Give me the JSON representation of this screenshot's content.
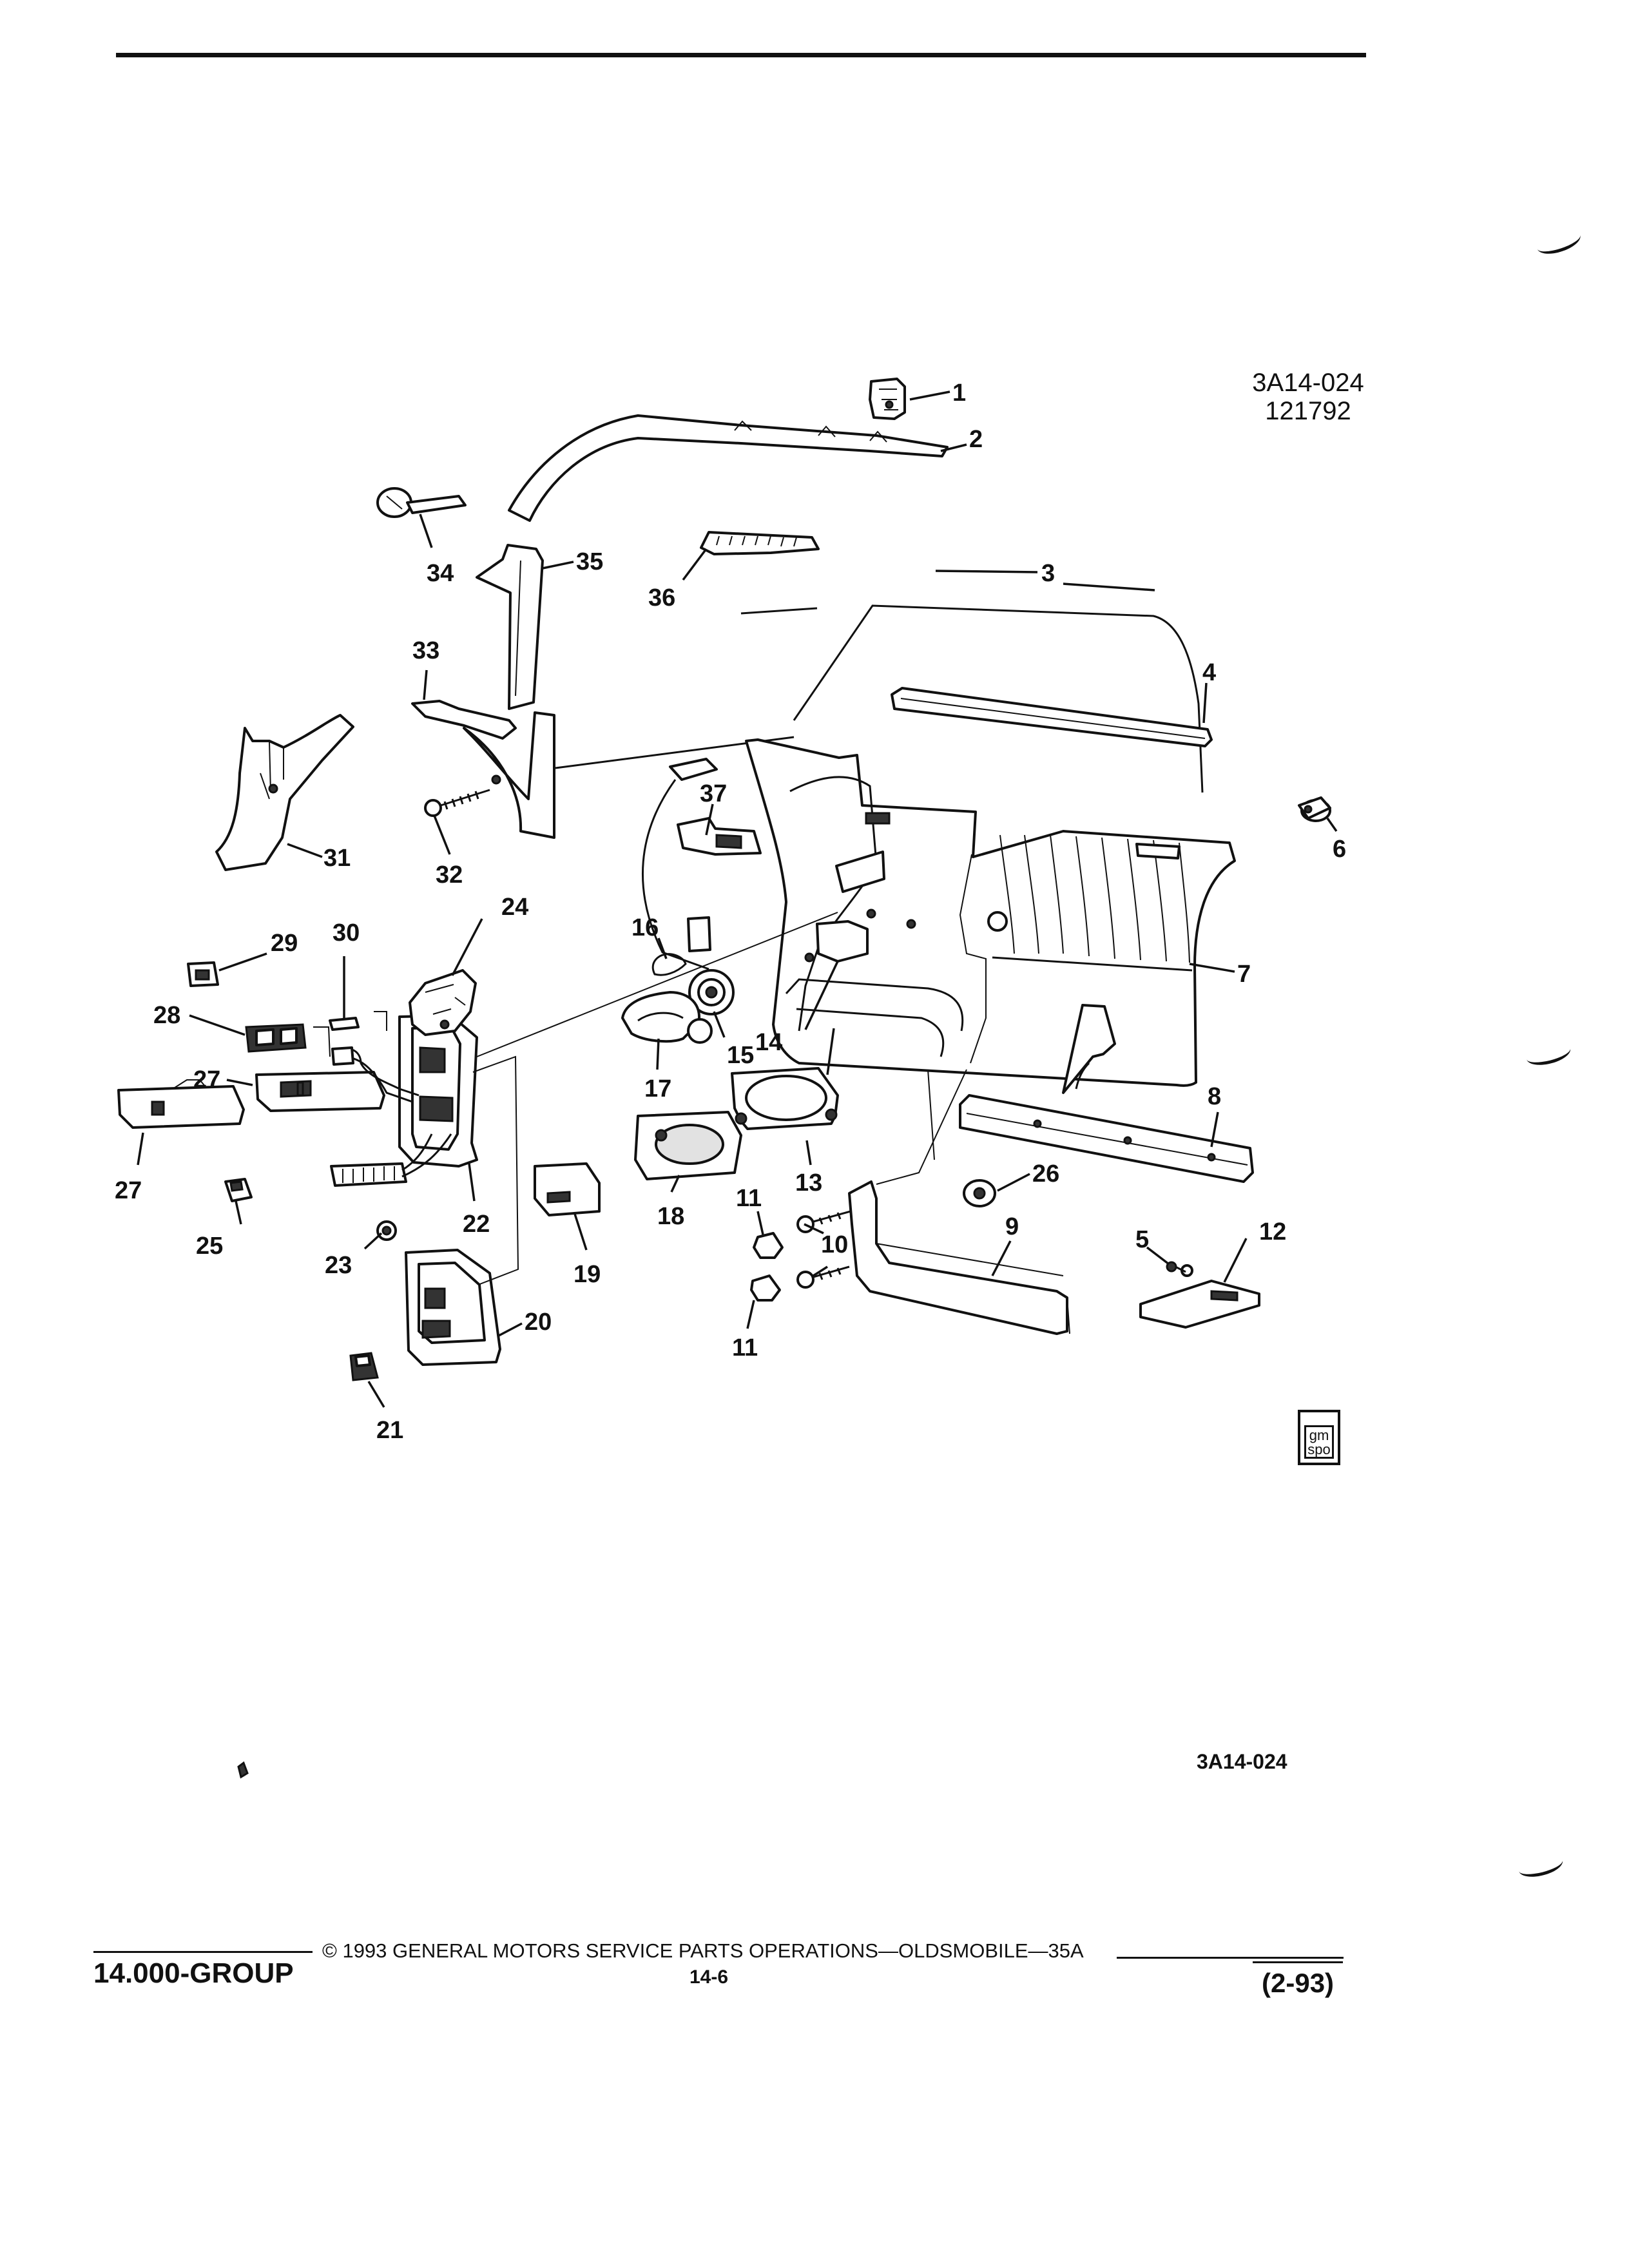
{
  "header": {
    "ref_code": "3A14-024",
    "ref_date": "121792"
  },
  "figure": {
    "callouts": [
      {
        "id": "c1",
        "label": "1"
      },
      {
        "id": "c2",
        "label": "2"
      },
      {
        "id": "c3",
        "label": "3"
      },
      {
        "id": "c4",
        "label": "4"
      },
      {
        "id": "c5",
        "label": "5"
      },
      {
        "id": "c6",
        "label": "6"
      },
      {
        "id": "c7",
        "label": "7"
      },
      {
        "id": "c8",
        "label": "8"
      },
      {
        "id": "c9",
        "label": "9"
      },
      {
        "id": "c10",
        "label": "10"
      },
      {
        "id": "c11a",
        "label": "11"
      },
      {
        "id": "c11b",
        "label": "11"
      },
      {
        "id": "c12",
        "label": "12"
      },
      {
        "id": "c13",
        "label": "13"
      },
      {
        "id": "c14",
        "label": "14"
      },
      {
        "id": "c15",
        "label": "15"
      },
      {
        "id": "c16",
        "label": "16"
      },
      {
        "id": "c17",
        "label": "17"
      },
      {
        "id": "c18",
        "label": "18"
      },
      {
        "id": "c19",
        "label": "19"
      },
      {
        "id": "c20",
        "label": "20"
      },
      {
        "id": "c21",
        "label": "21"
      },
      {
        "id": "c22",
        "label": "22"
      },
      {
        "id": "c23",
        "label": "23"
      },
      {
        "id": "c24",
        "label": "24"
      },
      {
        "id": "c25",
        "label": "25"
      },
      {
        "id": "c26",
        "label": "26"
      },
      {
        "id": "c27a",
        "label": "27"
      },
      {
        "id": "c27b",
        "label": "27"
      },
      {
        "id": "c28",
        "label": "28"
      },
      {
        "id": "c29",
        "label": "29"
      },
      {
        "id": "c30",
        "label": "30"
      },
      {
        "id": "c31",
        "label": "31"
      },
      {
        "id": "c32",
        "label": "32"
      },
      {
        "id": "c33",
        "label": "33"
      },
      {
        "id": "c34",
        "label": "34"
      },
      {
        "id": "c35",
        "label": "35"
      },
      {
        "id": "c36",
        "label": "36"
      },
      {
        "id": "c37",
        "label": "37"
      }
    ],
    "ref_bottom": "3A14-024"
  },
  "badge": {
    "text": "gm spo"
  },
  "footer": {
    "group": "14.000-GROUP",
    "copyright": "© 1993 GENERAL MOTORS SERVICE PARTS OPERATIONS—OLDSMOBILE—35A",
    "page": "14-6",
    "date": "(2-93)"
  }
}
